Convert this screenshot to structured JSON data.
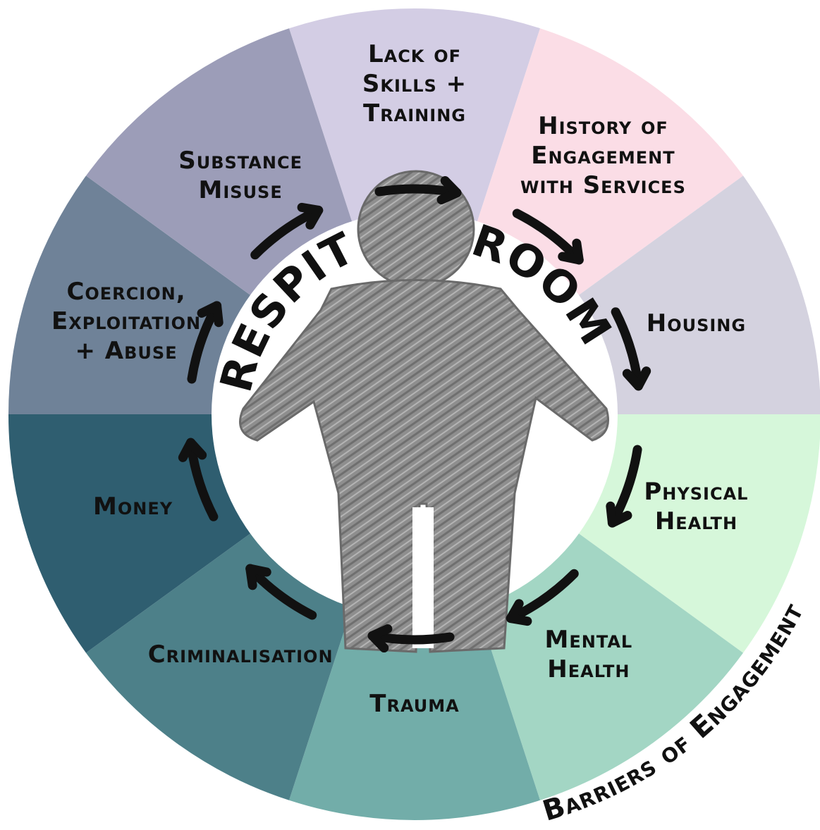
{
  "diagram": {
    "center_title": [
      "RESPITE",
      "ROOMS"
    ],
    "caption": "Barriers of Engagement",
    "segments": [
      {
        "lines": [
          "Lack of",
          "Skills +",
          "Training"
        ],
        "color": "#d3cde4"
      },
      {
        "lines": [
          "History of",
          "Engagement",
          "with Services"
        ],
        "color": "#fbdde6"
      },
      {
        "lines": [
          "Housing"
        ],
        "color": "#d4d2df"
      },
      {
        "lines": [
          "Physical",
          "Health"
        ],
        "color": "#d6f7da"
      },
      {
        "lines": [
          "Mental",
          "Health"
        ],
        "color": "#a3d6c4"
      },
      {
        "lines": [
          "Trauma"
        ],
        "color": "#72ada9"
      },
      {
        "lines": [
          "Criminalisation"
        ],
        "color": "#4d8089"
      },
      {
        "lines": [
          "Money"
        ],
        "color": "#2f5e70"
      },
      {
        "lines": [
          "Coercion,",
          "Exploitation",
          "+ Abuse"
        ],
        "color": "#6f8298"
      },
      {
        "lines": [
          "Substance",
          "Misuse"
        ],
        "color": "#9c9db8"
      }
    ],
    "figure_color": "#8a8a8a"
  }
}
